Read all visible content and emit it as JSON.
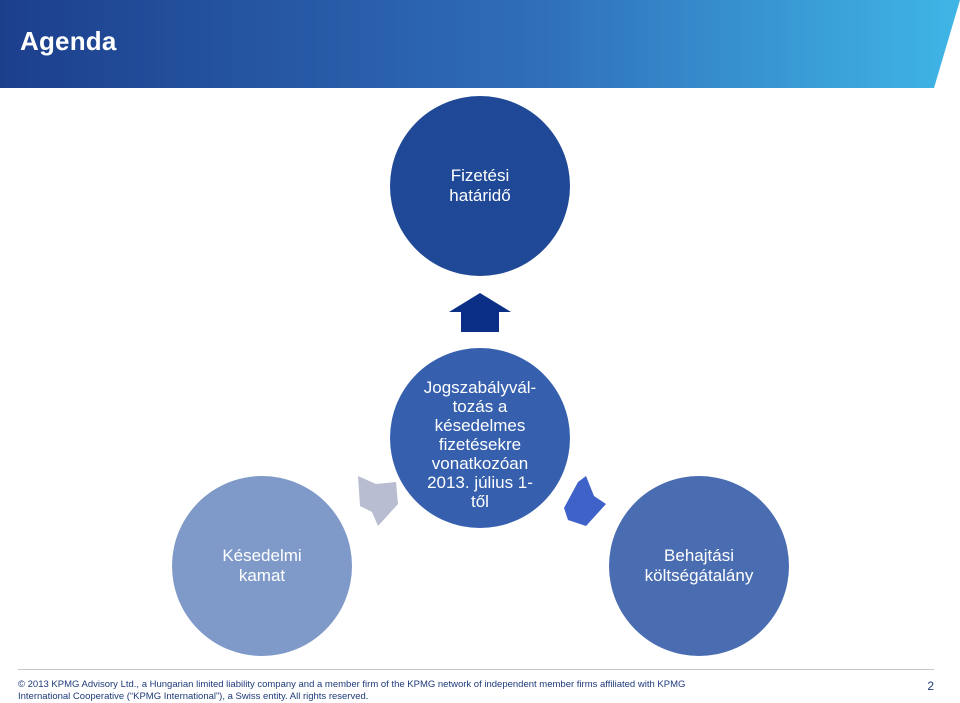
{
  "header": {
    "title": "Agenda"
  },
  "colors": {
    "header_gradient_start": "#1c3f8c",
    "header_gradient_end": "#3fb6e6",
    "circle_top": "#1f4896",
    "circle_center": "#3660ae",
    "circle_left": "#7f9ac8",
    "circle_right": "#4a6db2",
    "arrow_up": "#0b2f86",
    "arrow_left": "#b9bdd1",
    "arrow_right": "#3f62c9",
    "footer_text": "#1e3a7b"
  },
  "diagram": {
    "center": {
      "label": "Jogszabályvál-\ntozás a\nkésedelmes\nfizetésekre\nvonatkozóan\n2013. július 1-\ntől"
    },
    "top": {
      "label": "Fizetési\nhatáridő"
    },
    "left": {
      "label": "Késedelmi\nkamat"
    },
    "right": {
      "label": "Behajtási\nköltségátalány"
    }
  },
  "footer": {
    "copyright": "© 2013 KPMG Advisory Ltd., a Hungarian limited liability company and a member firm of the KPMG network of independent member firms affiliated with KPMG International Cooperative (“KPMG International”), a Swiss entity. All rights reserved.",
    "page_number": "2"
  }
}
